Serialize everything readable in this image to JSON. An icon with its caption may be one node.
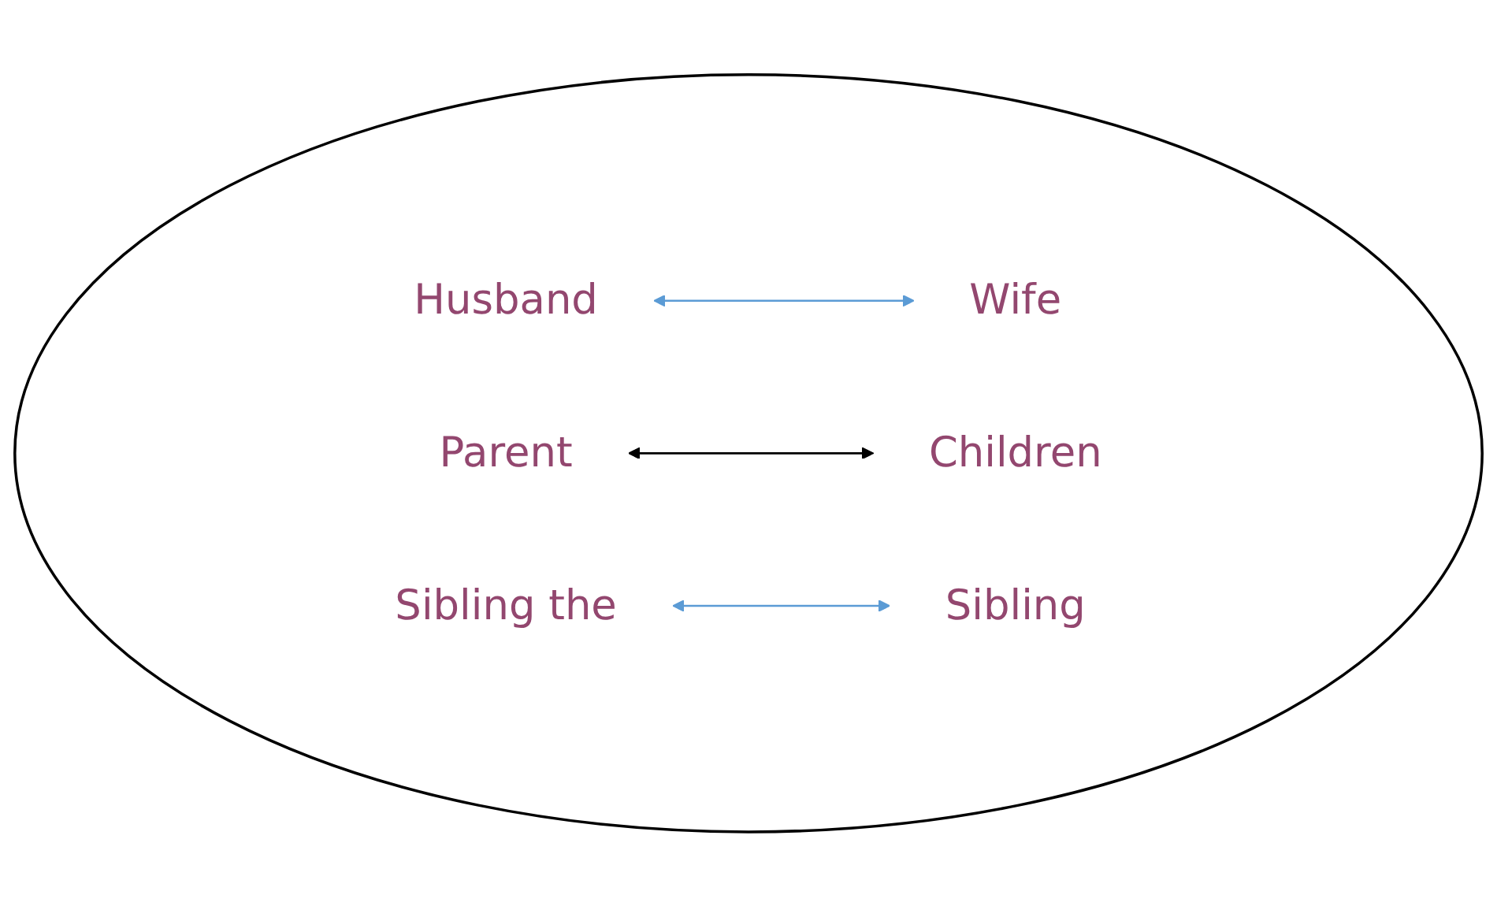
{
  "diagram": {
    "nodes": [
      {
        "text": [],
        "shape": "ellipse"
      },
      {
        "text": [
          "Husband"
        ],
        "in": 0
      },
      {
        "text": [
          "Wife"
        ],
        "in": 0
      },
      {
        "text": [
          "Parent"
        ],
        "in": 0
      },
      {
        "text": [
          "Children"
        ],
        "in": 0
      },
      {
        "text": [
          "Sibling the"
        ],
        "in": 0
      },
      {
        "text": [
          "Sibling"
        ],
        "in": 0
      }
    ],
    "edges": [
      {
        "from": 1,
        "to": 2,
        "arrow": "both"
      },
      {
        "from": 3,
        "to": 4,
        "arrow": "both",
        "color": "#000000"
      },
      {
        "from": 5,
        "to": 6,
        "arrow": "both"
      }
    ]
  }
}
